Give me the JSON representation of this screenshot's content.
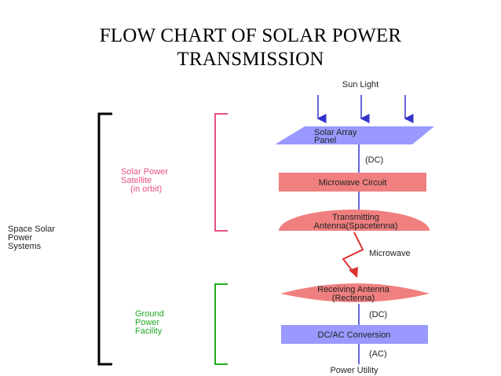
{
  "title": {
    "line1": "FLOW CHART OF SOLAR POWER",
    "line2": "TRANSMISSION"
  },
  "groups": {
    "space_system": [
      "Space Solar",
      "Power",
      "Systems"
    ],
    "satellite": [
      "Solar Power",
      "Satellite",
      "(in orbit)"
    ],
    "ground": [
      "Ground",
      "Power",
      "Facility"
    ]
  },
  "flow": {
    "sun_light": "Sun Light",
    "solar_array": [
      "Solar Array",
      "Panel"
    ],
    "dc1": "(DC)",
    "microwave_circuit": "Microwave Circuit",
    "transmitting_antenna": [
      "Transmitting",
      "Antenna(Spacetenna)"
    ],
    "microwave": "Microwave",
    "receiving_antenna": [
      "Receiving Antenna",
      "(Rectenna)"
    ],
    "dc2": "(DC)",
    "dc_ac": "DC/AC Conversion",
    "ac": "(AC)",
    "power_utility": "Power Utility"
  },
  "colors": {
    "blue_box": "#9999ff",
    "red_box": "#f08080",
    "pink_bracket": "#e8508a",
    "green_bracket": "#22aa22",
    "arrow_blue": "#3333cc",
    "arrow_red": "#dd3333"
  }
}
